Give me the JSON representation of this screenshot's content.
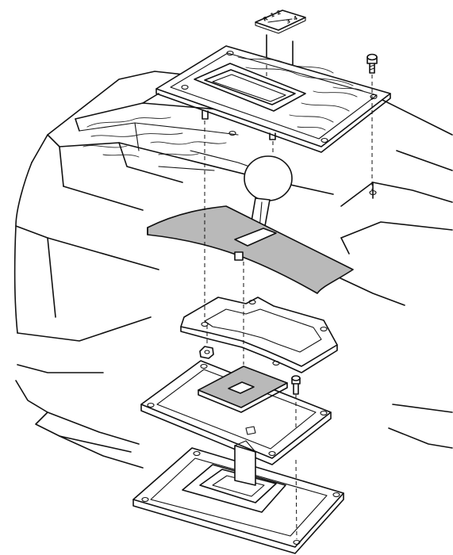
{
  "diagram": {
    "type": "exploded-assembly-illustration",
    "gear_plate_labels": [
      "R",
      "1",
      "2",
      "3",
      "4"
    ]
  },
  "colors": {
    "line": "#111111",
    "background": "#ffffff",
    "shaded_part": "#b9b9b9"
  }
}
